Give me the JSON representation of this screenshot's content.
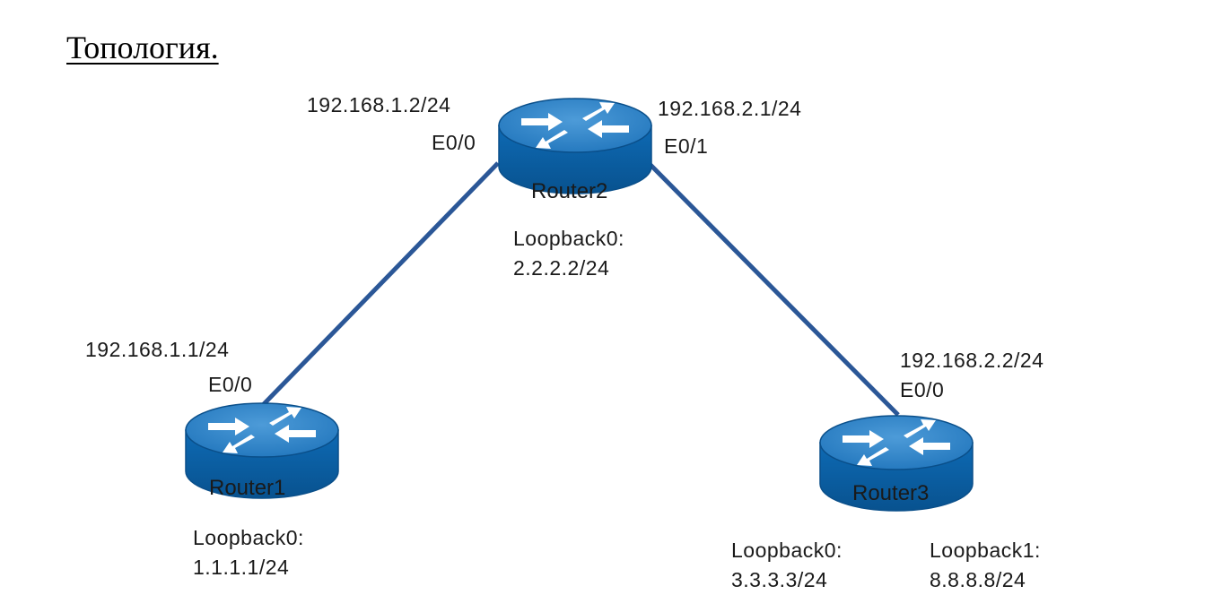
{
  "page": {
    "title": "Топология."
  },
  "routers": [
    {
      "id": "r1",
      "name": "Router1",
      "loopbacks": [
        {
          "name": "Loopback0:",
          "ip": "1.1.1.1/24"
        }
      ]
    },
    {
      "id": "r2",
      "name": "Router2",
      "loopbacks": [
        {
          "name": "Loopback0:",
          "ip": "2.2.2.2/24"
        }
      ]
    },
    {
      "id": "r3",
      "name": "Router3",
      "loopbacks": [
        {
          "name": "Loopback0:",
          "ip": "3.3.3.3/24"
        },
        {
          "name": "Loopback1:",
          "ip": "8.8.8.8/24"
        }
      ]
    }
  ],
  "links": [
    {
      "a": {
        "ip": "192.168.1.1/24",
        "iface": "E0/0"
      },
      "b": {
        "ip": "192.168.1.2/24",
        "iface": "E0/0"
      }
    },
    {
      "a": {
        "ip": "192.168.2.1/24",
        "iface": "E0/1"
      },
      "b": {
        "ip": "192.168.2.2/24",
        "iface": "E0/0"
      }
    }
  ],
  "colors": {
    "link": "#2b5797",
    "router_top": "#2a7fc4",
    "router_side": "#0b5fa3",
    "router_edge": "#0a4f8a",
    "arrow": "#ffffff"
  }
}
